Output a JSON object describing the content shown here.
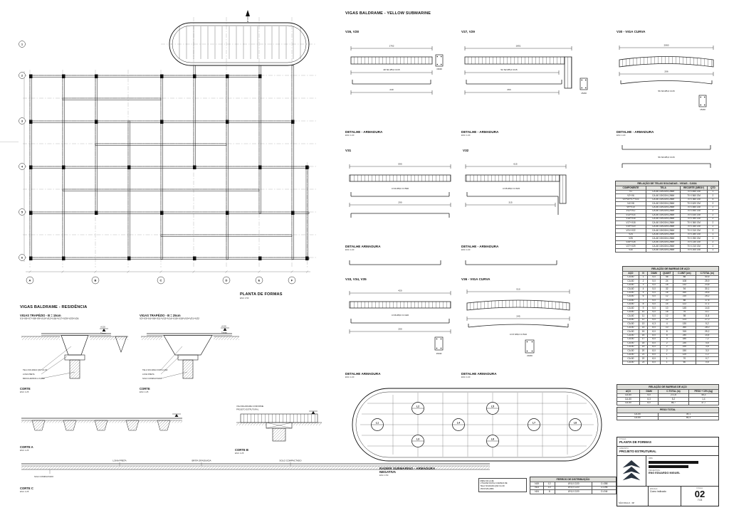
{
  "plan": {
    "title": "PLANTA DE FORMAS",
    "scale": "ESC 1:50",
    "north": "N",
    "grid_letters": [
      "A",
      "B",
      "C",
      "D",
      "E",
      "F"
    ],
    "grid_numbers": [
      "1",
      "2",
      "3",
      "4",
      "5",
      "6"
    ]
  },
  "left": {
    "heading": "VIGAS BALDRAME - RESIDÊNCIA",
    "t15_title": "VIGAS TRAPÉZIO - B = 15cm",
    "t15_list": "V1+V5+V7+V8+V9+V10+V12+V16+V17+V20+V23+V24",
    "t25_title": "VIGAS TRAPÉZIO - B = 25cm",
    "t25_list": "V2+V3+V4+V6+V11+V13+V14+V15+V18+V19+V21+V22",
    "corte_label": "CORTE",
    "corte_scale": "ESC 1:25",
    "level_label": "+0.00",
    "level_name": "Térreo",
    "notes15": [
      "TELA SOLDADA Q92 CA-60",
      "LONA PRETA",
      "BROCA Ø25CM L=6,00M"
    ],
    "notes25": [
      "TELA SOLDADA DUPLA Q92",
      "LONA PRETA",
      "SOLO COMPACTADO"
    ],
    "corte_a": "CORTE A",
    "corte_b": "CORTE B",
    "corte_c": "CORTE C",
    "corte_b_note1": "VIGA BALDRAME CONFORME",
    "corte_b_note2": "PROJETO ESTRUTURAL",
    "corte_c_notes": [
      "LONA PRETA",
      "BRITA GRADUADA",
      "SOLO COMPACTADO",
      "SOLO COMPACTADO"
    ]
  },
  "middle": {
    "heading": "VIGAS BALDRAME - YELLOW SUBMARINE",
    "det_scale": "ESC 1:20",
    "det_row1": [
      "DETALHE - ARMADURA",
      "DETALHE - ARMADURA",
      "DETALHE - ARMADURA"
    ],
    "det_row2": [
      "DETALHE ARMADURA",
      "DETALHE - ARMADURA"
    ],
    "det_row3": [
      "DETALHE ARMADURA",
      "DETALHE ARMADURA"
    ],
    "d1": {
      "label": "V26, V28",
      "dim_top": "1762",
      "dim_bot": "240",
      "callout": "48 N1 Ø5,0 C/15",
      "sec": "15/40"
    },
    "d2": {
      "label": "V27, V29",
      "dim_top": "1851",
      "dim_bot": "263",
      "callout": "52 N2 Ø5,0 C/15",
      "sec": "15/40"
    },
    "d3": {
      "label": "V30 - VIGA CURVA",
      "dim_top": "2060",
      "dim_bot": "206",
      "callout": "56 N3 Ø5,0 C/15",
      "sec": "15/40"
    },
    "d4": {
      "label": "V31",
      "dim_top": "590",
      "dim_bot": "290",
      "callout": "4 N4 Ø8,0 C=590"
    },
    "d5": {
      "label": "V32",
      "dim_top": "615",
      "dim_bot": "315",
      "callout": "4 N5 Ø8,0 C=615"
    },
    "d6": {
      "label": "V33, V34, V35",
      "dim_top": "420",
      "dim_bot": "200",
      "callout": "4 N6 Ø8,0 C=420",
      "sec": "15/40"
    },
    "d7": {
      "label": "V36 - VIGA CURVA",
      "dim_top": "510",
      "dim_bot": "245",
      "callout": "4 N7 Ø8,0 C=510",
      "sec": "20/40"
    },
    "radier_title1": "RADIER SUBMARINO - ARMADURA",
    "radier_title2": "NEGATIVA",
    "radier_scale": "ESC 1:50",
    "radier_labels": [
      "L1",
      "L2",
      "L3",
      "L4",
      "L5",
      "L6",
      "L7",
      "L8"
    ]
  },
  "tables": {
    "telas": {
      "title": "RELAÇÃO DE TELAS SOLDADAS - VIGAS - CASA",
      "headers": [
        "COMPONENTE",
        "TELA",
        "RECORTE (ÁREA*)",
        "QTD"
      ],
      "rows": [
        [
          "V1",
          "CA-60 15X15X4,2MM",
          "70 X 840 CM",
          "1"
        ],
        [
          "V2+V6",
          "CA-60 15X15X4,2MM",
          "70 X 560 CM",
          "2"
        ],
        [
          "V3+V5+V7+V23",
          "CA-60 15X15X4,2MM",
          "70 X 360 CM",
          "4"
        ],
        [
          "V4+V8",
          "CA-60 15X15X4,2MM",
          "70 X 620 CM",
          "2"
        ],
        [
          "V9+V10",
          "CA-60 15X15X4,2MM",
          "70 X 480 CM",
          "2"
        ],
        [
          "V11+V12",
          "CA-60 15X15X4,2MM",
          "70 X 450 CM",
          "2"
        ],
        [
          "V13+V14",
          "CA-60 15X15X4,2MM",
          "70 X 430 CM",
          "2"
        ],
        [
          "V15+V16",
          "CA-60 15X15X4,2MM",
          "70 X 390 CM",
          "2"
        ],
        [
          "V17+V18",
          "CA-60 15X15X4,2MM",
          "70 X 360 CM",
          "2"
        ],
        [
          "V19+V20",
          "CA-60 15X15X4,2MM",
          "70 X 340 CM",
          "2"
        ],
        [
          "V21+V22",
          "CA-60 15X15X4,2MM",
          "70 X 310 CM",
          "2"
        ],
        [
          "V24",
          "CA-60 15X15X4,2MM",
          "70 X 280 CM",
          "1"
        ],
        [
          "V25",
          "CA-60 15X15X4,2MM",
          "70 X 250 CM",
          "1"
        ],
        [
          "V26+V28",
          "CA-60 15X15X4,2MM",
          "70 X 230 CM",
          "2"
        ],
        [
          "V27+V29",
          "CA-60 15X15X4,2MM",
          "70 X 210 CM",
          "2"
        ],
        [
          "V30",
          "CA-60 15X15X4,2MM",
          "70 X 200 CM",
          "1"
        ]
      ]
    },
    "barras": {
      "title": "RELAÇÃO DE BARRAS DE AÇO",
      "headers": [
        "AÇO",
        "N",
        "DIAM",
        "QUANT",
        "C.UNIT (cm)",
        "C.TOTAL (m)"
      ],
      "rows": [
        [
          "CA-60",
          "1",
          "5,0",
          "46",
          "88",
          "40,5"
        ],
        [
          "CA-60",
          "2",
          "5,0",
          "24",
          "108",
          "25,9"
        ],
        [
          "CA-60",
          "3",
          "5,0",
          "18",
          "132",
          "23,8"
        ],
        [
          "CA-60",
          "4",
          "5,0",
          "32",
          "94",
          "30,1"
        ],
        [
          "CA-60",
          "5",
          "5,0",
          "16",
          "160",
          "25,6"
        ],
        [
          "CA-60",
          "6",
          "5,0",
          "12",
          "210",
          "25,2"
        ],
        [
          "CA-60",
          "7",
          "5,0",
          "20",
          "88",
          "17,6"
        ],
        [
          "CA-60",
          "8",
          "5,0",
          "14",
          "122",
          "17,1"
        ],
        [
          "CA-60",
          "9",
          "5,0",
          "10",
          "145",
          "14,5"
        ],
        [
          "CA-60",
          "10",
          "5,0",
          "18",
          "76",
          "13,7"
        ],
        [
          "CA-60",
          "11",
          "5,0",
          "12",
          "98",
          "11,8"
        ],
        [
          "CA-60",
          "12",
          "5,0",
          "22",
          "123",
          "27,0"
        ],
        [
          "CA-50",
          "13",
          "6,3",
          "4",
          "130",
          "5,2"
        ],
        [
          "CA-50",
          "14",
          "8,0",
          "10",
          "260",
          "26,0"
        ],
        [
          "CA-50",
          "15",
          "8,0",
          "8",
          "315",
          "25,2"
        ],
        [
          "CA-50",
          "16",
          "8,0",
          "6",
          "240",
          "14,4"
        ],
        [
          "CA-50",
          "17",
          "8,0",
          "4",
          "180",
          "7,2"
        ],
        [
          "CA-50",
          "18",
          "8,0",
          "2",
          "230",
          "4,6"
        ],
        [
          "CA-50",
          "19",
          "8,0",
          "2",
          "190",
          "3,8"
        ],
        [
          "CA-50",
          "20",
          "8,0",
          "2",
          "150",
          "3,0"
        ],
        [
          "CA-50",
          "21",
          "8,0",
          "1",
          "120",
          "1,2"
        ],
        [
          "CA-50",
          "22",
          "8,0",
          "1",
          "70",
          "0,7"
        ],
        [
          "CA-50",
          "23",
          "8,0",
          "1",
          "60",
          "0,6"
        ]
      ]
    },
    "resumo": {
      "title": "RELAÇÃO DE BARRAS DE AÇO",
      "headers": [
        "AÇO",
        "DIAM",
        "C.TOTAL (m)",
        "PESO + 10% (kg)"
      ],
      "rows": [
        [
          "CA-60",
          "5,0",
          "272,8",
          "46,3"
        ],
        [
          "CA-50",
          "6,3",
          "5,2",
          "1,4"
        ],
        [
          "CA-50",
          "8,0",
          "86,7",
          "37,7"
        ]
      ]
    },
    "resumo_total_title": "PESO TOTAL",
    "resumo_total": {
      "rows": [
        [
          "CA-50",
          "39,1"
        ],
        [
          "CA-60",
          "46,3"
        ]
      ]
    },
    "ferros": {
      "title": "FERROS DE DISTRIBUIÇÃO",
      "rows": [
        [
          "N19",
          "12",
          "Ø 5,0 C/20",
          "C=358"
        ],
        [
          "N23",
          "10",
          "Ø 5,0 C/20",
          "C=296"
        ],
        [
          "N24",
          "8",
          "Ø 5,0 C/20",
          "C=244"
        ]
      ]
    },
    "notes_box": [
      "MESA DA LAJE:",
      "UTILIZAR DUPLA CAMADA DE",
      "TELA SOLDADA Q92 CA-60",
      "15X15 Ø4,2MM"
    ]
  },
  "titleblock": {
    "titulo_label": "TITULO:",
    "titulo": "PLANTA DE FORMAS",
    "assunto_label": "ASSUNTO:",
    "assunto": "PROJETO ESTRUTURAL",
    "obs_label": "OBS:",
    "resp_label": "PROJETISTA:",
    "resp": "ENG EDUARDO MIGUEL",
    "escala_label": "ESCALA:",
    "escala": "Como indicado",
    "folha_label": "FOLHA:",
    "folha": "02",
    "rev": "7.03",
    "city": "SÃO PAULO - SP"
  }
}
